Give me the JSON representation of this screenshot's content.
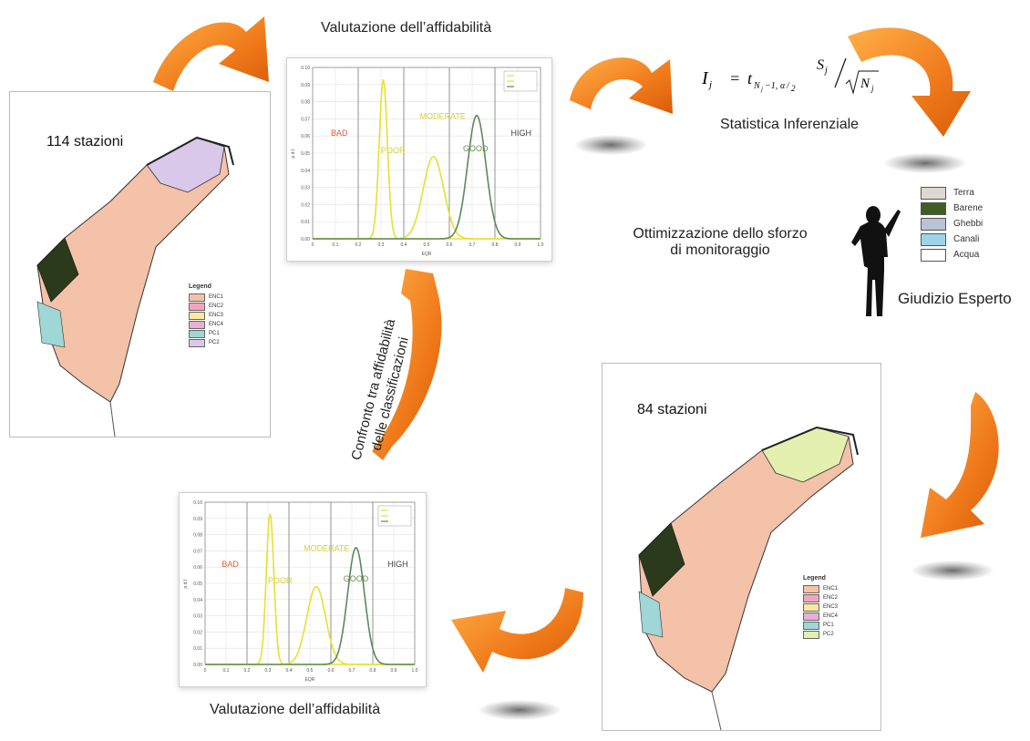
{
  "captions": {
    "top": "Valutazione dell’affidabilità",
    "bottom": "Valutazione dell’affidabilità",
    "inferential": "Statistica Inferenziale",
    "optim_line1": "Ottimizzazione dello sforzo",
    "optim_line2": "di monitoraggio",
    "expert": "Giudizio Esperto",
    "compare_line1": "Confronto tra affidabilità",
    "compare_line2": "delle classificazioni"
  },
  "map_top": {
    "stations": "114 stazioni",
    "legend_title": "Legend",
    "zones": [
      "ENC1",
      "ENC2",
      "ENC3",
      "ENC4",
      "PC1",
      "PC2"
    ]
  },
  "map_bottom": {
    "stations": "84 stazioni",
    "legend_title": "Legend",
    "zones": [
      "ENC1",
      "ENC2",
      "ENC3",
      "ENC4",
      "PC1",
      "PC2"
    ]
  },
  "chart_top": {
    "classes": [
      "BAD",
      "POOR",
      "MODERATE",
      "GOOD",
      "HIGH"
    ],
    "xlabel": "EQR",
    "ylabel": "p.d.f."
  },
  "chart_bottom": {
    "classes": [
      "BAD",
      "POOR",
      "MODERATE",
      "GOOD",
      "HIGH"
    ],
    "xlabel": "EQR",
    "ylabel": "p.d.f."
  },
  "physiography_legend": [
    {
      "label": "Terra",
      "color": "#dcd8d2"
    },
    {
      "label": "Barene",
      "color": "#3f5f22"
    },
    {
      "label": "Ghebbi",
      "color": "#b9c3d6"
    },
    {
      "label": "Canali",
      "color": "#9fd3ea"
    },
    {
      "label": "Acqua",
      "color": "#ffffff"
    }
  ],
  "colors": {
    "arrow": "#f07a1a",
    "bad": "#e05a3a",
    "poor": "#d8d030",
    "moderate": "#d8d030",
    "good": "#6c8c50",
    "high": "#444444"
  },
  "chart_data": [
    {
      "type": "line",
      "title": "",
      "xlabel": "EQR",
      "ylabel": "p.d.f.",
      "xlim": [
        0,
        1
      ],
      "ylim": [
        0,
        0.1
      ],
      "class_boundaries": [
        0.2,
        0.4,
        0.6,
        0.8
      ],
      "class_labels": [
        "BAD",
        "POOR",
        "MODERATE",
        "GOOD",
        "HIGH"
      ],
      "series": [
        {
          "color": "#e8e030",
          "peak_x": 0.31,
          "peak_y": 0.093,
          "sd": 0.018
        },
        {
          "color": "#e8e030",
          "peak_x": 0.53,
          "peak_y": 0.048,
          "sd": 0.045
        },
        {
          "color": "#5a8a5a",
          "peak_x": 0.72,
          "peak_y": 0.072,
          "sd": 0.04
        }
      ]
    },
    {
      "type": "line",
      "title": "",
      "xlabel": "EQR",
      "ylabel": "p.d.f.",
      "xlim": [
        0,
        1
      ],
      "ylim": [
        0,
        0.1
      ],
      "class_boundaries": [
        0.2,
        0.4,
        0.6,
        0.8
      ],
      "class_labels": [
        "BAD",
        "POOR",
        "MODERATE",
        "GOOD",
        "HIGH"
      ],
      "series": [
        {
          "color": "#e8e030",
          "peak_x": 0.31,
          "peak_y": 0.093,
          "sd": 0.018
        },
        {
          "color": "#e8e030",
          "peak_x": 0.53,
          "peak_y": 0.048,
          "sd": 0.045
        },
        {
          "color": "#5a8a5a",
          "peak_x": 0.72,
          "peak_y": 0.072,
          "sd": 0.04
        }
      ]
    }
  ]
}
